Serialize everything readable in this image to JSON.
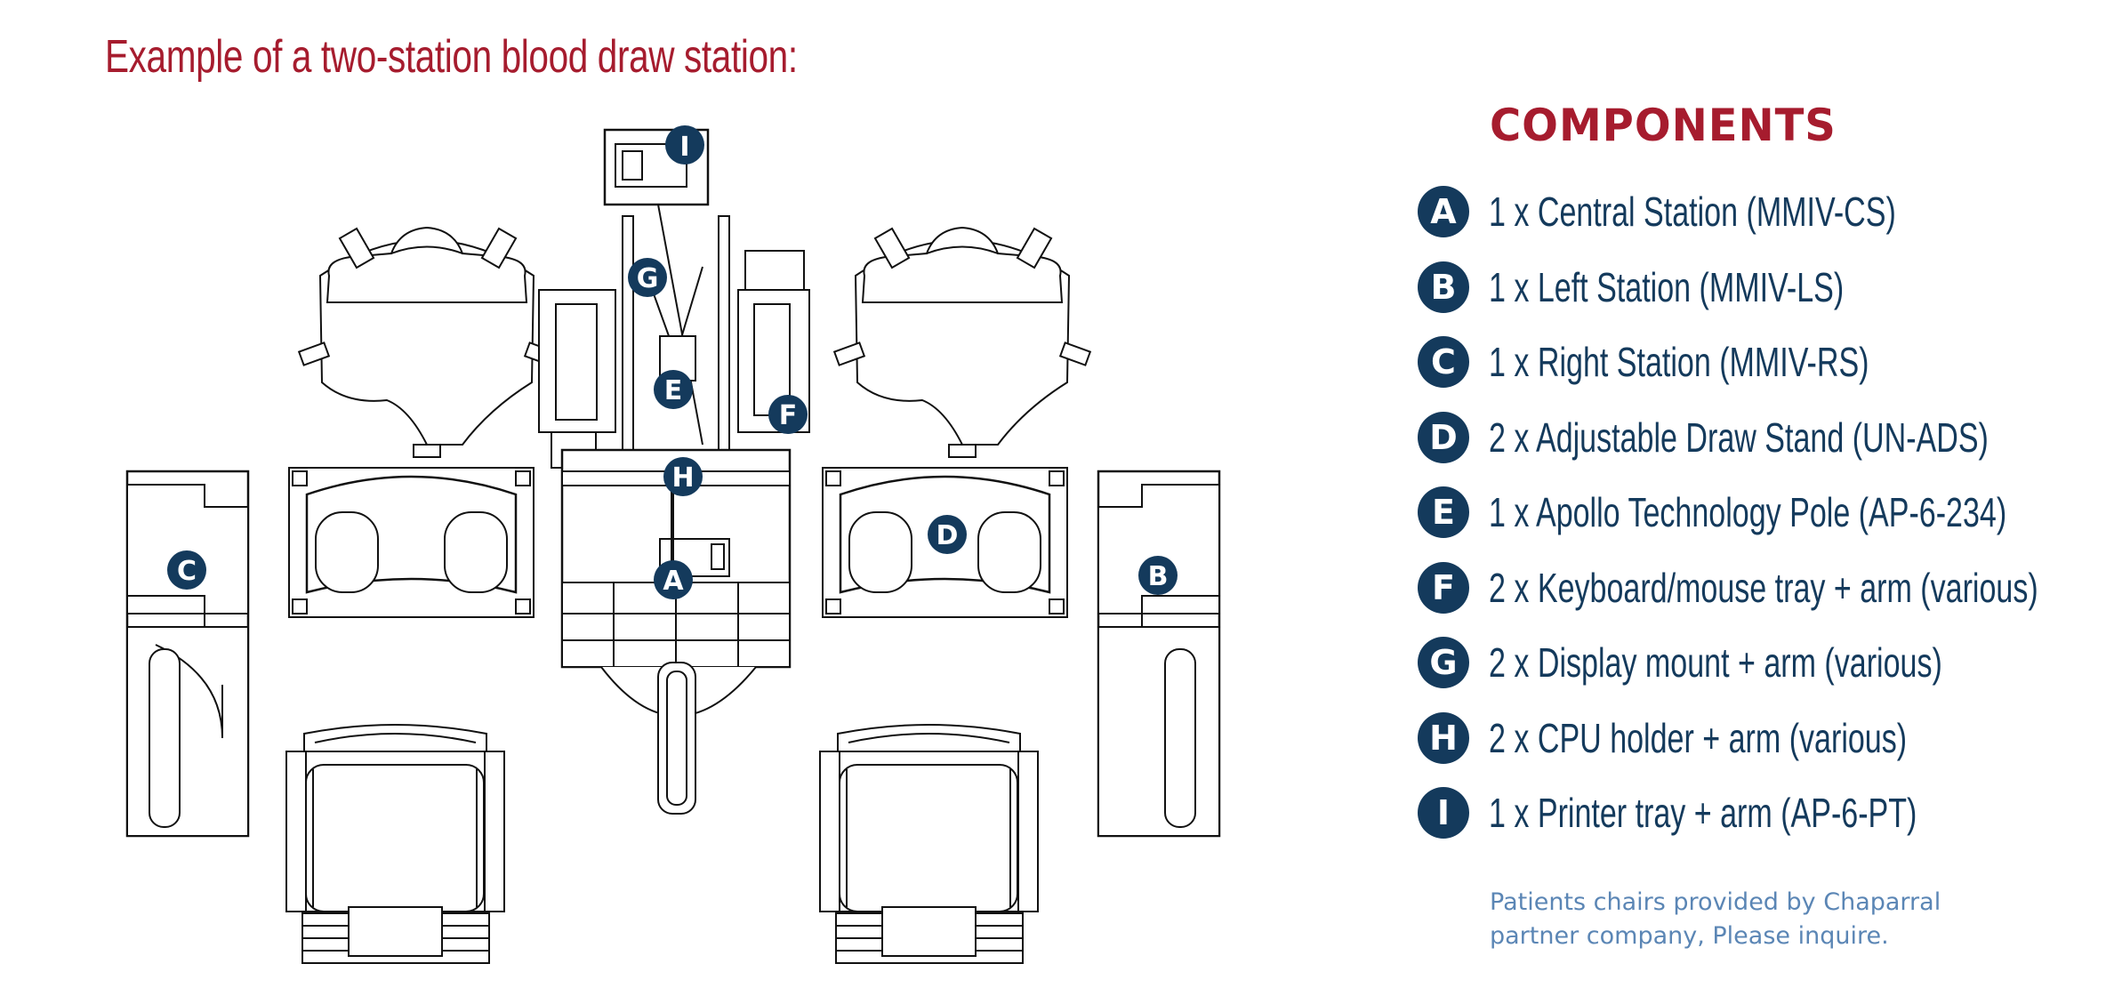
{
  "title": "Example of a two-station blood draw station:",
  "components_heading": "COMPONENTS",
  "components": [
    {
      "letter": "A",
      "text": "1 x Central Station (MMIV-CS)"
    },
    {
      "letter": "B",
      "text": "1 x Left Station (MMIV-LS)"
    },
    {
      "letter": "C",
      "text": "1 x Right Station (MMIV-RS)"
    },
    {
      "letter": "D",
      "text": "2 x Adjustable Draw Stand (UN-ADS)"
    },
    {
      "letter": "E",
      "text": "1 x Apollo Technology Pole (AP-6-234)"
    },
    {
      "letter": "F",
      "text": "2 x Keyboard/mouse tray + arm (various)"
    },
    {
      "letter": "G",
      "text": "2 x Display mount + arm (various)"
    },
    {
      "letter": "H",
      "text": "2 x CPU holder + arm (various)"
    },
    {
      "letter": "I",
      "text": "1 x Printer tray + arm (AP-6-PT)"
    }
  ],
  "diagram_labels": {
    "A": "A",
    "B": "B",
    "C": "C",
    "D": "D",
    "E": "E",
    "F": "F",
    "G": "G",
    "H": "H",
    "I": "I"
  },
  "footnote_line1": "Patients chairs provided by Chaparral",
  "footnote_line2": "partner company, Please inquire.",
  "colors": {
    "title_red": "#a61c2e",
    "badge_navy": "#143a5c",
    "footnote_blue": "#5b86b5"
  }
}
